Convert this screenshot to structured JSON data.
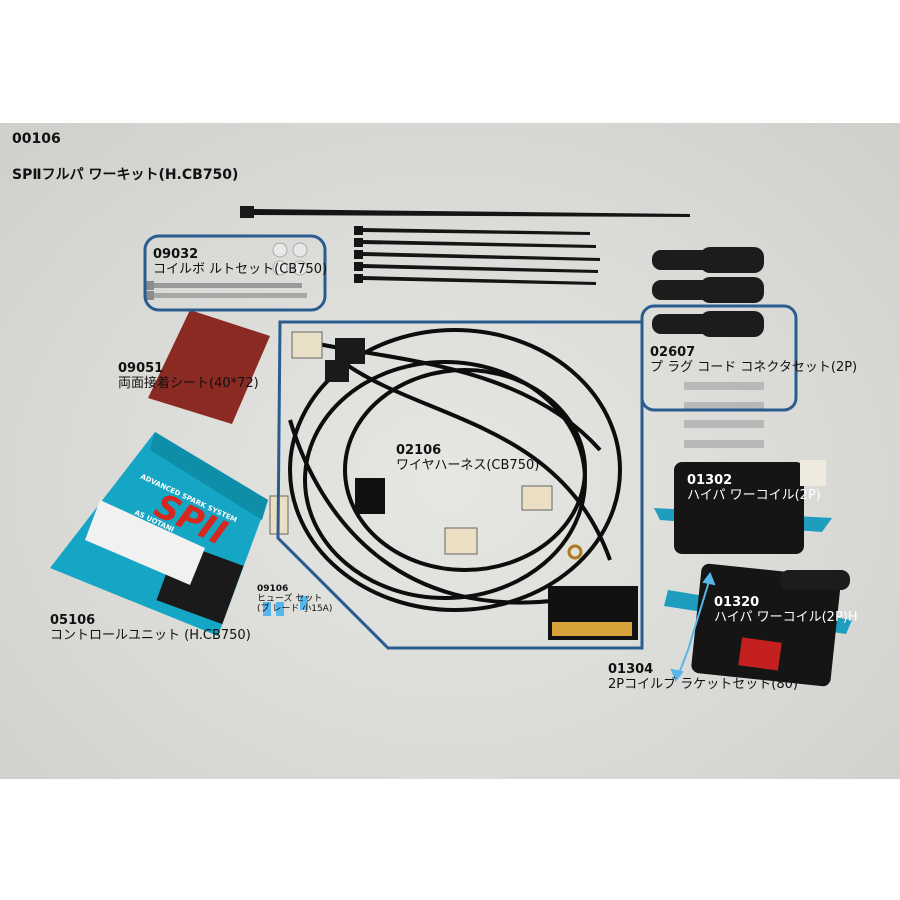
{
  "product": {
    "code": "00106",
    "title": "SPⅡフルパ ワーキット(H.CB750)"
  },
  "parts": [
    {
      "id": "09032",
      "name": "コイルボ ルトセット(CB750)"
    },
    {
      "id": "09051",
      "name": "両面接着シート(40*72)"
    },
    {
      "id": "02106",
      "name": "ワイヤハーネス(CB750)"
    },
    {
      "id": "02607",
      "name": "プ ラグ コード コネクタセット(2P)"
    },
    {
      "id": "01302",
      "name": "ハイパ ワーコイル(2P)"
    },
    {
      "id": "01320",
      "name": "ハイパ ワーコイル(2P)H"
    },
    {
      "id": "01304",
      "name": "2Pコイルブ ラケットセット(80)"
    },
    {
      "id": "05106",
      "name": "コントロールユニット (H.CB750)"
    },
    {
      "id": "09106",
      "name": "ヒューズ セット",
      "name2": "(ブ レード 小15A)"
    }
  ],
  "control_unit_print": {
    "line1": "ADVANCED SPARK SYSTEM",
    "logo": "SPII",
    "brand": "AS UOTANI"
  },
  "colors": {
    "callout_box": "#2a5d8f",
    "cdi_body": "#14a6c4",
    "bracket": "#1e9dbf",
    "logo_red": "#d6281e",
    "felt": "#8a2a22"
  }
}
